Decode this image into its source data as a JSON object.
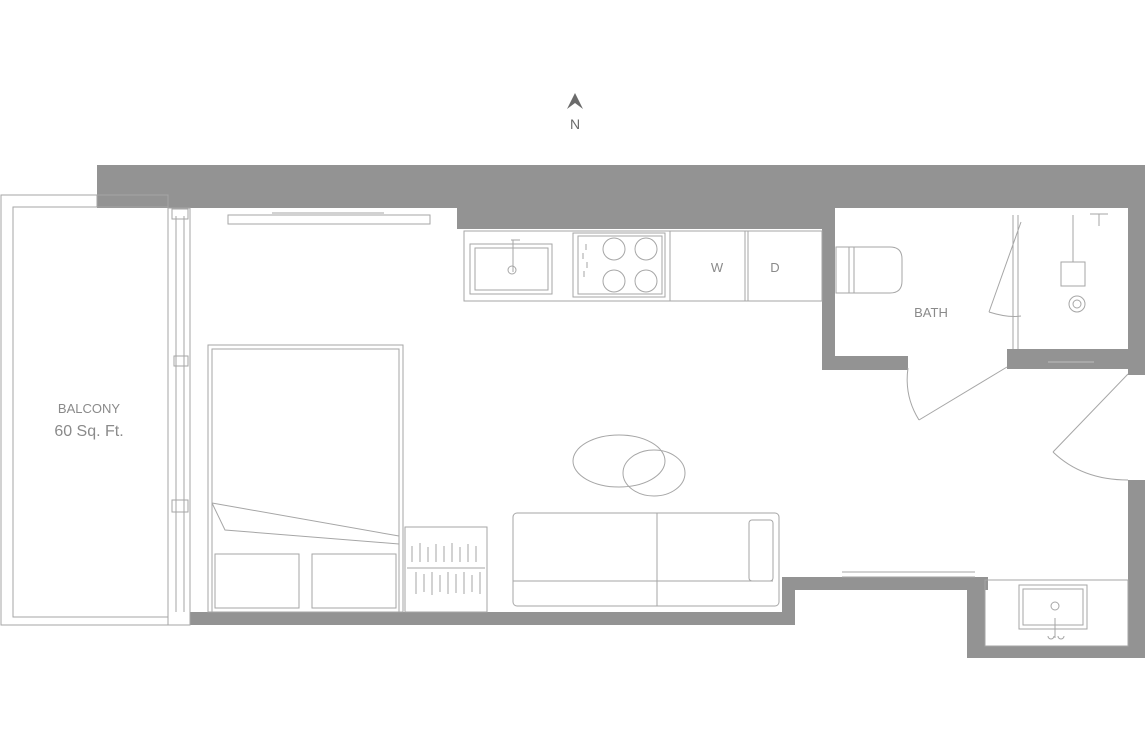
{
  "compass": {
    "label": "N"
  },
  "labels": {
    "balcony": "BALCONY",
    "balcony_area": "60 Sq. Ft.",
    "bath": "BATH",
    "washer": "W",
    "dryer": "D"
  },
  "colors": {
    "wall": "#939393",
    "fixture_line": "#a6a6a6",
    "text": "#8a8a8a"
  }
}
